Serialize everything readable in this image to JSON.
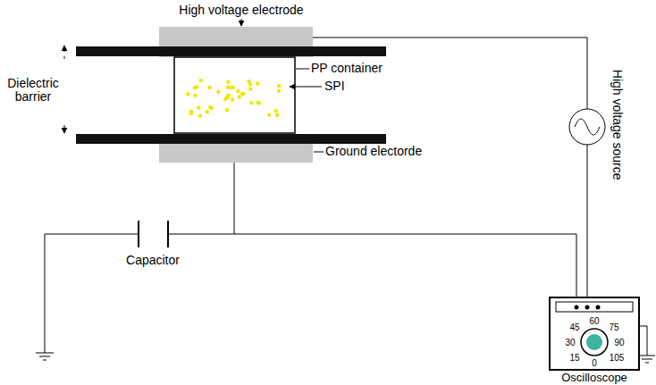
{
  "diagram": {
    "labels": [
      "High voltage electrode",
      "Dielectric barrier",
      "PP container",
      "SPI",
      "Ground electorde",
      "High voltage source",
      "Capacitor",
      "60",
      "45",
      "75",
      "30",
      "90",
      "15",
      "0",
      "105",
      "Oscilloscope"
    ]
  }
}
